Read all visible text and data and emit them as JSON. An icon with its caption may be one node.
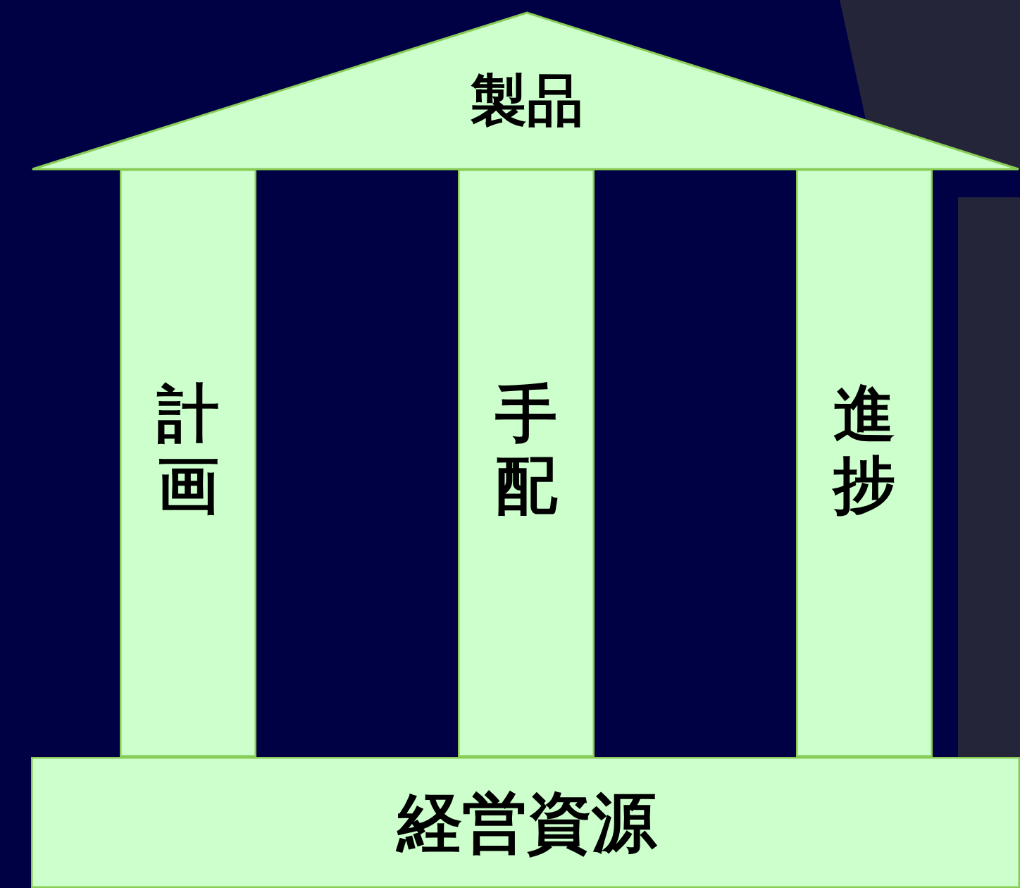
{
  "diagram": {
    "nodes": [
      {
        "text": [
          "製品"
        ]
      },
      {
        "text": [
          "計画"
        ]
      },
      {
        "text": [
          "手配"
        ]
      },
      {
        "text": [
          "進捗"
        ]
      },
      {
        "text": [
          "経営資源"
        ]
      }
    ]
  }
}
